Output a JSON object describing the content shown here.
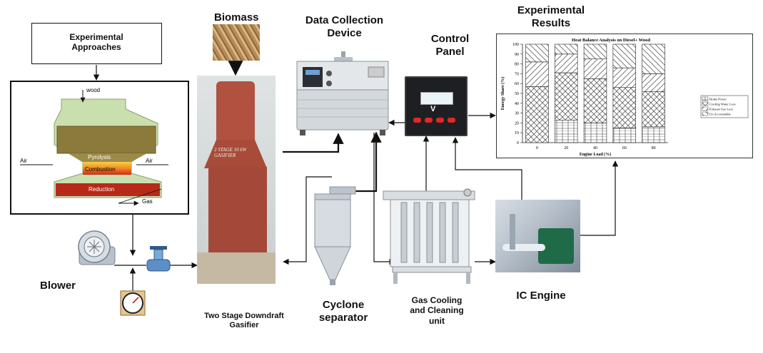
{
  "labels": {
    "experimental_approaches": "Experimental Approaches",
    "biomass": "Biomass",
    "data_collection_device": "Data Collection Device",
    "control_panel": "Control Panel",
    "experimental_results": "Experimental Results",
    "blower": "Blower",
    "two_stage_gasifier": "Two Stage Downdraft Gasifier",
    "cyclone_separator": "Cyclone separator",
    "gas_cooling_unit": "Gas Cooling and Cleaning unit",
    "ic_engine": "IC Engine"
  },
  "gasifier_inset": {
    "wood": "wood",
    "air_left": "Air",
    "air_right": "Air",
    "pyrolysis": "Pyrolysis",
    "combustion": "Combustion",
    "reduction": "Reduction",
    "gas": "Gas"
  },
  "control_panel_display": {
    "readout": "V"
  },
  "photo_text": {
    "gasifier_sign": "2 STAGE 10 kW GASIFIER"
  },
  "chart_data": {
    "type": "bar",
    "title": "Heat Balance Analysis on Diesel+ Wood",
    "xlabel": "Engine Load (%)",
    "ylabel": "Energy Share (%)",
    "categories": [
      "0",
      "20",
      "40",
      "60",
      "80"
    ],
    "ylim": [
      0,
      100
    ],
    "yticks": [
      0,
      10,
      20,
      30,
      40,
      50,
      60,
      70,
      80,
      90,
      100
    ],
    "stacked": true,
    "legend_position": "right",
    "series": [
      {
        "name": "Brake Power",
        "values": [
          0,
          23,
          20,
          15,
          16
        ]
      },
      {
        "name": "Cooling Water Loss",
        "values": [
          57,
          48,
          45,
          41,
          36
        ]
      },
      {
        "name": "Exhaust Gas Loss",
        "values": [
          25,
          19,
          20,
          20,
          18
        ]
      },
      {
        "name": "Un Accountable",
        "values": [
          18,
          10,
          15,
          24,
          30
        ]
      }
    ],
    "colors": {
      "frame": "#222222",
      "hatch": "#444444"
    }
  }
}
